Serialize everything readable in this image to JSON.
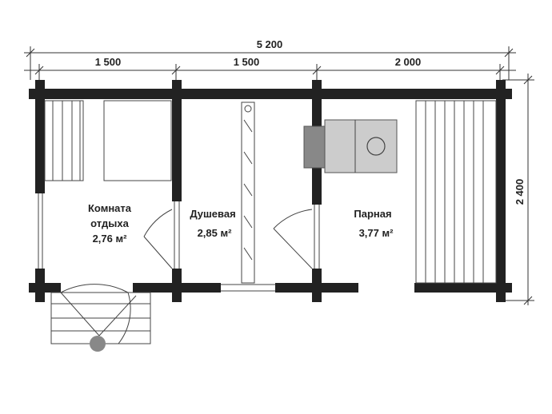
{
  "dimensions": {
    "total_width": "5 200",
    "segment_1": "1 500",
    "segment_2": "1 500",
    "segment_3": "2 000",
    "height": "2 400"
  },
  "rooms": [
    {
      "name_line1": "Комната",
      "name_line2": "отдыха",
      "area": "2,76 м²"
    },
    {
      "name_line1": "Душевая",
      "area": "2,85 м²"
    },
    {
      "name_line1": "Парная",
      "area": "3,77 м²"
    }
  ],
  "colors": {
    "wall": "#222222",
    "stove": "#cccccc",
    "chimney": "#888888"
  }
}
